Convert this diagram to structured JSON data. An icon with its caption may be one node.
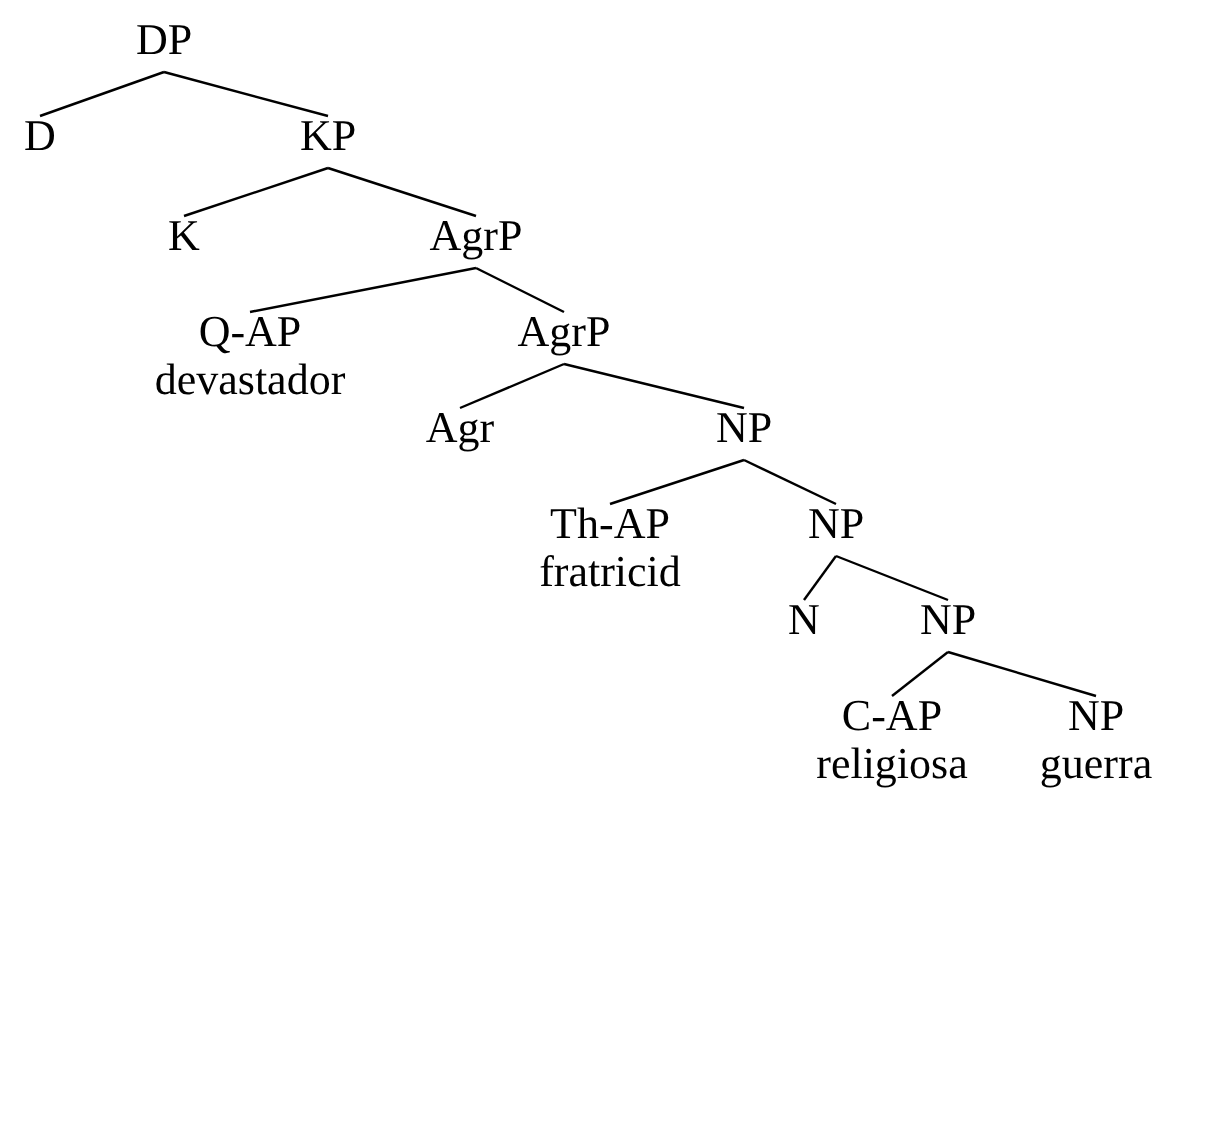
{
  "diagram": {
    "nodes": [
      {
        "text": [
          "DP"
        ]
      },
      {
        "text": [
          "D"
        ]
      },
      {
        "text": [
          "KP"
        ]
      },
      {
        "text": [
          "K"
        ]
      },
      {
        "text": [
          "AgrP"
        ]
      },
      {
        "text": [
          "Q-AP",
          "devastador"
        ]
      },
      {
        "text": [
          "AgrP"
        ]
      },
      {
        "text": [
          "Agr"
        ]
      },
      {
        "text": [
          "NP"
        ]
      },
      {
        "text": [
          "Th-AP",
          "fratricid"
        ]
      },
      {
        "text": [
          "NP"
        ]
      },
      {
        "text": [
          "N"
        ]
      },
      {
        "text": [
          "NP"
        ]
      },
      {
        "text": [
          "C-AP",
          "religiosa"
        ]
      },
      {
        "text": [
          "NP",
          "guerra"
        ]
      }
    ],
    "edges": [
      {
        "from": 0,
        "to": 1,
        "arrow": "none"
      },
      {
        "from": 0,
        "to": 2,
        "arrow": "none"
      },
      {
        "from": 2,
        "to": 3,
        "arrow": "none"
      },
      {
        "from": 2,
        "to": 4,
        "arrow": "none"
      },
      {
        "from": 4,
        "to": 5,
        "arrow": "none"
      },
      {
        "from": 4,
        "to": 6,
        "arrow": "none"
      },
      {
        "from": 6,
        "to": 7,
        "arrow": "none"
      },
      {
        "from": 6,
        "to": 8,
        "arrow": "none"
      },
      {
        "from": 8,
        "to": 9,
        "arrow": "none"
      },
      {
        "from": 8,
        "to": 10,
        "arrow": "none"
      },
      {
        "from": 10,
        "to": 11,
        "arrow": "none"
      },
      {
        "from": 10,
        "to": 12,
        "arrow": "none"
      },
      {
        "from": 12,
        "to": 13,
        "arrow": "none"
      },
      {
        "from": 12,
        "to": 14,
        "arrow": "none"
      }
    ]
  }
}
